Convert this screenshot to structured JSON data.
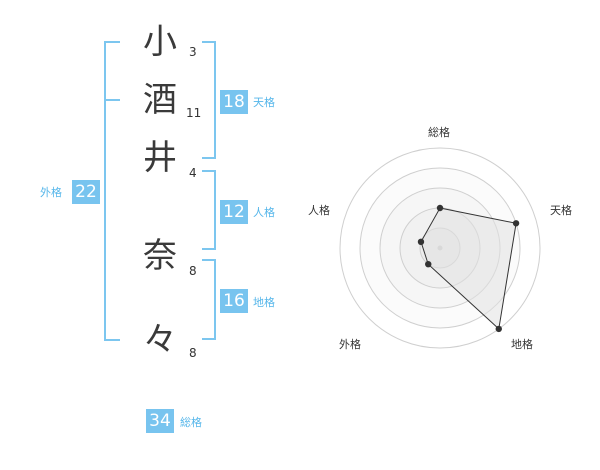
{
  "name": {
    "chars": [
      {
        "char": "小",
        "strokes": "3"
      },
      {
        "char": "酒",
        "strokes": "11"
      },
      {
        "char": "井",
        "strokes": "4"
      },
      {
        "char": "奈",
        "strokes": "8"
      },
      {
        "char": "々",
        "strokes": "8"
      }
    ]
  },
  "kakaku": {
    "tenkaku": {
      "value": "18",
      "label": "天格"
    },
    "jinkaku": {
      "value": "12",
      "label": "人格"
    },
    "chikaku": {
      "value": "16",
      "label": "地格"
    },
    "gaikaku": {
      "value": "22",
      "label": "外格"
    },
    "soukaku": {
      "value": "34",
      "label": "総格"
    }
  },
  "colors": {
    "accent": "#78c4ef",
    "bracket": "#7cc6ef",
    "label": "#55b6ea",
    "text": "#3a3a3a"
  },
  "chart_data": {
    "type": "radar",
    "axes": [
      "総格",
      "天格",
      "地格",
      "外格",
      "人格"
    ],
    "values": [
      2,
      4,
      5,
      1,
      1
    ],
    "max": 5,
    "rings": 5
  }
}
